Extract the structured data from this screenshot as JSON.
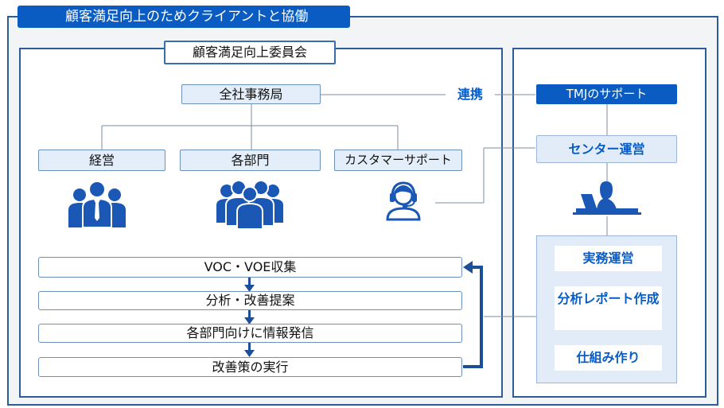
{
  "title": "顧客満足向上のためクライアントと協働",
  "committee": "顧客満足向上委員会",
  "secretariat": "全社事務局",
  "link_label": "連携",
  "departments": [
    {
      "label": "経営",
      "icon": "executives-icon"
    },
    {
      "label": "各部門",
      "icon": "department-staff-icon"
    },
    {
      "label": "カスタマーサポート",
      "icon": "headset-operator-icon"
    }
  ],
  "process_steps": [
    "VOC・VOE収集",
    "分析・改善提案",
    "各部門向けに情報発信",
    "改善策の実行"
  ],
  "tmj": {
    "support_label": "TMJのサポート",
    "center_operation": "センター運営",
    "operator_icon": "computer-operator-icon",
    "services": [
      "実務運営",
      "分析レポート作成",
      "仕組み作り"
    ]
  },
  "colors": {
    "accent": "#0a5cc2",
    "light_box": "#e4eefa",
    "frame": "#2b5d9c",
    "icon_blue": "#1b58b5"
  }
}
